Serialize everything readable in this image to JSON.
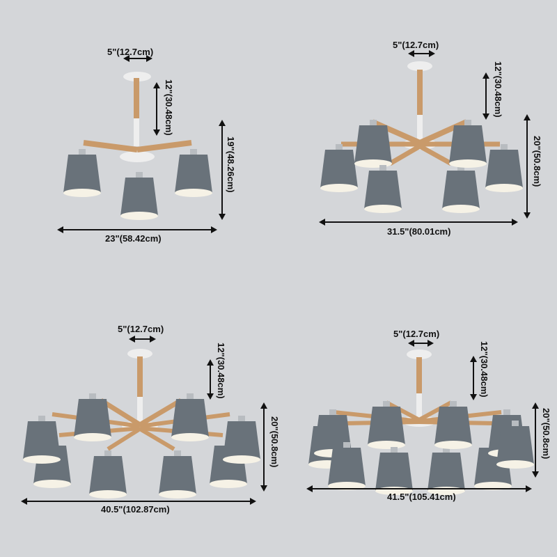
{
  "colors": {
    "background": "#d4d6d9",
    "shade": "#69727a",
    "shade_inner": "#f6f2e6",
    "wood": "#c99a6a",
    "white_metal": "#eeeeee",
    "chrome": "#b8bcc0",
    "dimension_ink": "#111111"
  },
  "panels": [
    {
      "name": "3-light",
      "canopy_width": "5\"(12.7cm)",
      "drop_length": "12\"(30.48cm)",
      "height": "19\"(48.26cm)",
      "width": "23\"(58.42cm)"
    },
    {
      "name": "6-light",
      "canopy_width": "5\"(12.7cm)",
      "drop_length": "12\"(30.48cm)",
      "height": "20\"(50.8cm)",
      "width": "31.5\"(80.01cm)"
    },
    {
      "name": "8-light",
      "canopy_width": "5\"(12.7cm)",
      "drop_length": "12\"(30.48cm)",
      "height": "20\"(50.8cm)",
      "width": "40.5\"(102.87cm)"
    },
    {
      "name": "10-light",
      "canopy_width": "5\"(12.7cm)",
      "drop_length": "12\"(30.48cm)",
      "height": "20\"(50.8cm)",
      "width": "41.5\"(105.41cm)"
    }
  ]
}
